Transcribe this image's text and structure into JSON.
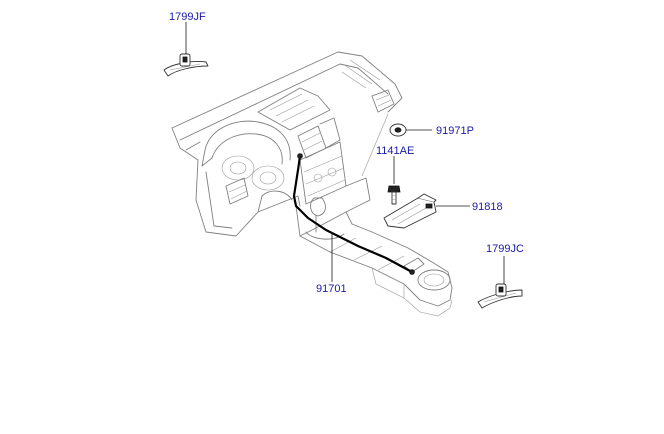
{
  "diagram": {
    "callouts": {
      "tie_upper": "1799JF",
      "cap": "91971P",
      "bolt": "1141AE",
      "bracket": "91818",
      "harness": "91701",
      "tie_lower": "1799JC"
    },
    "colors": {
      "callout_text": "#1a1aa6",
      "outline": "#808080",
      "cable": "#000000"
    }
  }
}
